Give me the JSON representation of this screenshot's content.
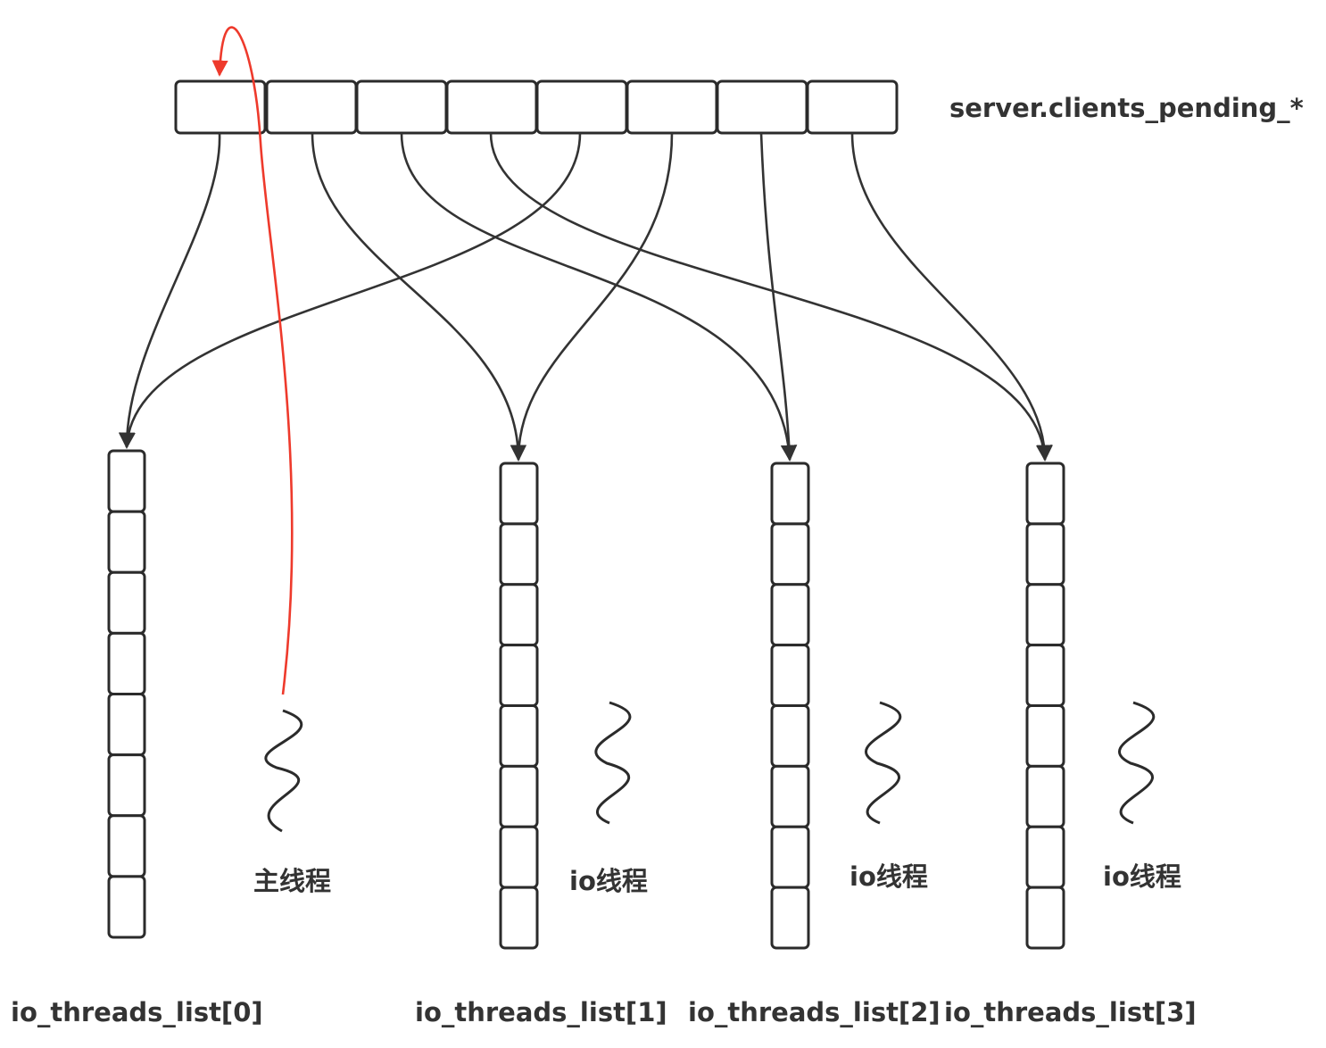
{
  "pending_queue": {
    "label": "server.clients_pending_*",
    "cell_count": 8
  },
  "io_lists": [
    {
      "label": "io_threads_list[0]",
      "cell_count": 8
    },
    {
      "label": "io_threads_list[1]",
      "cell_count": 8
    },
    {
      "label": "io_threads_list[2]",
      "cell_count": 8
    },
    {
      "label": "io_threads_list[3]",
      "cell_count": 8
    }
  ],
  "threads": [
    {
      "label": "主线程",
      "kind": "main"
    },
    {
      "label": "io线程",
      "kind": "io"
    },
    {
      "label": "io线程",
      "kind": "io"
    },
    {
      "label": "io线程",
      "kind": "io"
    }
  ],
  "assignments": [
    {
      "from_cell": 0,
      "to_list": 0
    },
    {
      "from_cell": 1,
      "to_list": 1
    },
    {
      "from_cell": 2,
      "to_list": 2
    },
    {
      "from_cell": 3,
      "to_list": 3
    },
    {
      "from_cell": 4,
      "to_list": 0
    },
    {
      "from_cell": 5,
      "to_list": 1
    },
    {
      "from_cell": 6,
      "to_list": 2
    },
    {
      "from_cell": 7,
      "to_list": 3
    }
  ],
  "main_thread_link": {
    "to_cell": 0
  },
  "colors": {
    "stroke": "#2b2b2b",
    "edge": "#333333",
    "main_link": "#ee3a2c",
    "text": "#333333",
    "background": "#ffffff"
  }
}
